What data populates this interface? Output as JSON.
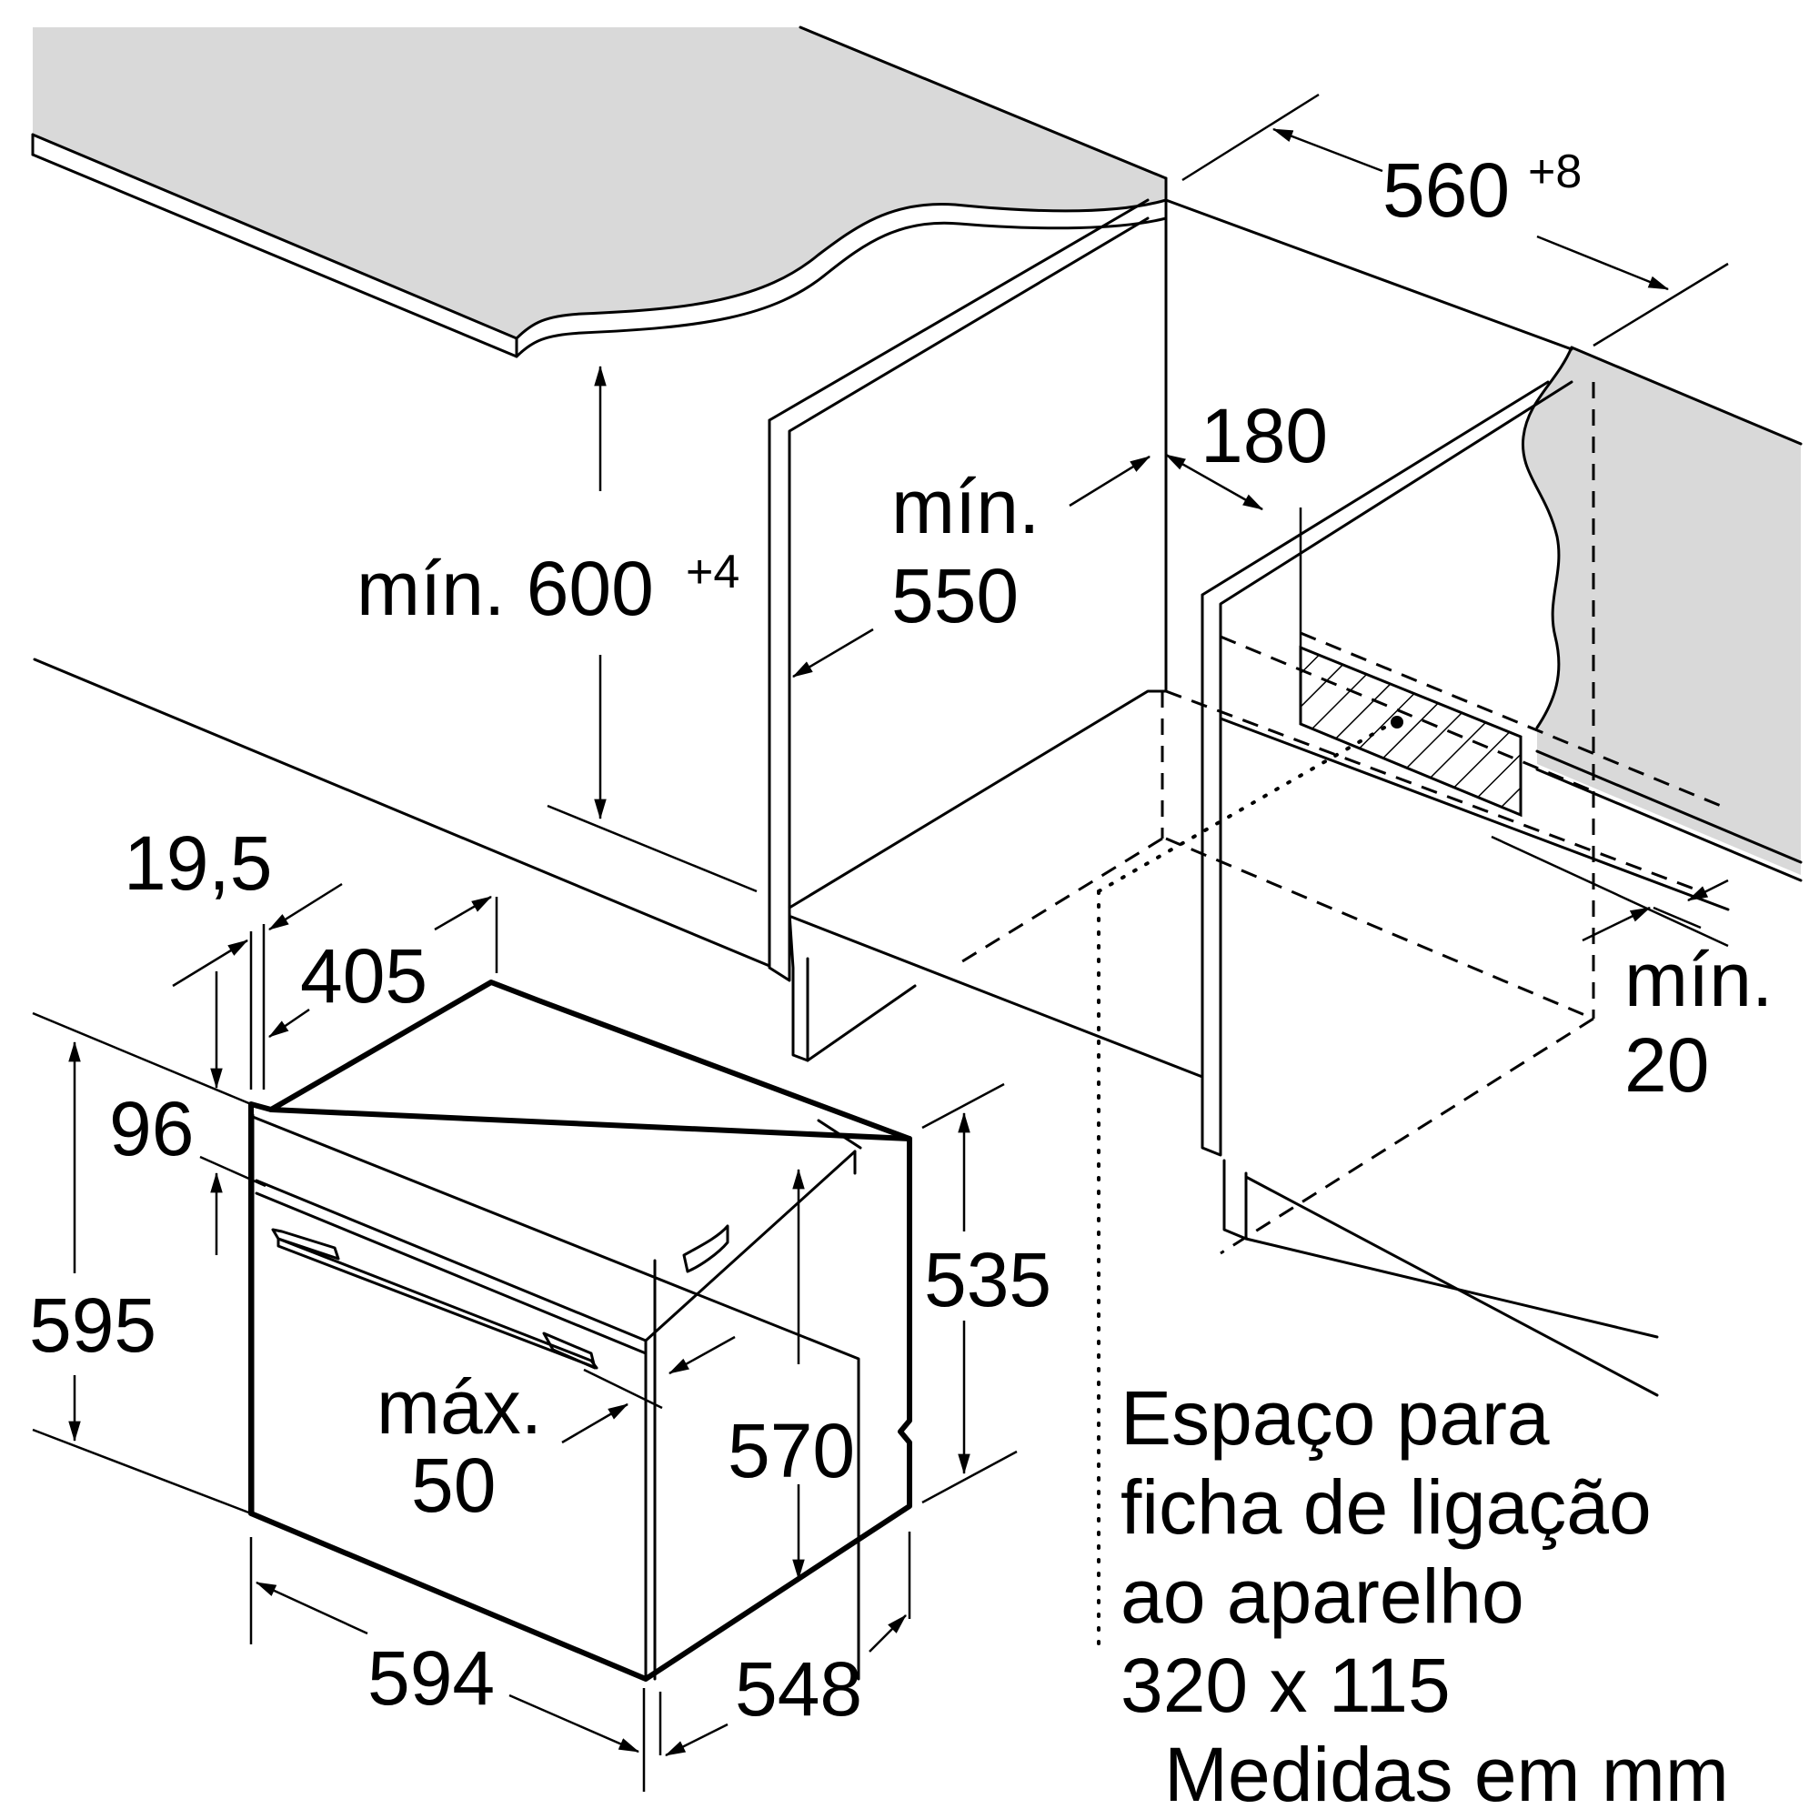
{
  "dimensions": {
    "niche_width": "560",
    "niche_width_tolerance": "+8",
    "niche_height": "mín. 600",
    "niche_height_tolerance": "+4",
    "niche_depth_prefix": "mín.",
    "niche_depth": "550",
    "socket_offset": "180",
    "rear_gap_prefix": "mín.",
    "rear_gap": "20",
    "trim_thickness": "19,5",
    "side_depth": "405",
    "panel_height": "96",
    "oven_height": "595",
    "body_height": "535",
    "inner_height": "570",
    "handle_clearance_prefix": "máx.",
    "handle_clearance": "50",
    "oven_width": "594",
    "oven_depth": "548"
  },
  "note": {
    "line1": "Espaço para",
    "line2": "ficha de ligação",
    "line3": "ao aparelho",
    "line4": "320 x 115"
  },
  "units_caption": "Medidas em mm"
}
